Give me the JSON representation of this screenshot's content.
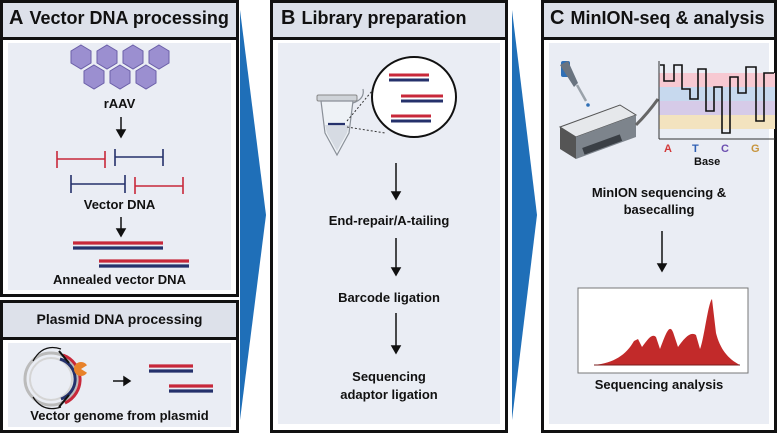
{
  "panels": {
    "a": {
      "letter": "A",
      "title": "Vector DNA processing",
      "rAAV": "rAAV",
      "vector_dna": "Vector DNA",
      "annealed": "Annealed vector DNA"
    },
    "plasmid": {
      "title": "Plasmid DNA processing",
      "caption": "Vector genome from plasmid"
    },
    "b": {
      "letter": "B",
      "title": "Library preparation",
      "steps": [
        "End-repair/A-tailing",
        "Barcode ligation",
        "Sequencing",
        "adaptor ligation"
      ]
    },
    "c": {
      "letter": "C",
      "title": "MinION-seq & analysis",
      "bases": [
        "A",
        "T",
        "C",
        "G"
      ],
      "base_label": "Base",
      "seq_line1": "MinION sequencing &",
      "seq_line2": "basecalling",
      "analysis": "Sequencing analysis"
    }
  },
  "colors": {
    "red_strand": "#c8283a",
    "blue_strand": "#25316b",
    "hexagon": "#9b8fd0",
    "chevron": "#1f6fb8",
    "header_bg": "#dde1ea",
    "panel_bg": "#eaedf4",
    "base_A": "#d33a3a",
    "base_T": "#2f5fb3",
    "base_C": "#6c4fb0",
    "base_G": "#c7953d"
  }
}
